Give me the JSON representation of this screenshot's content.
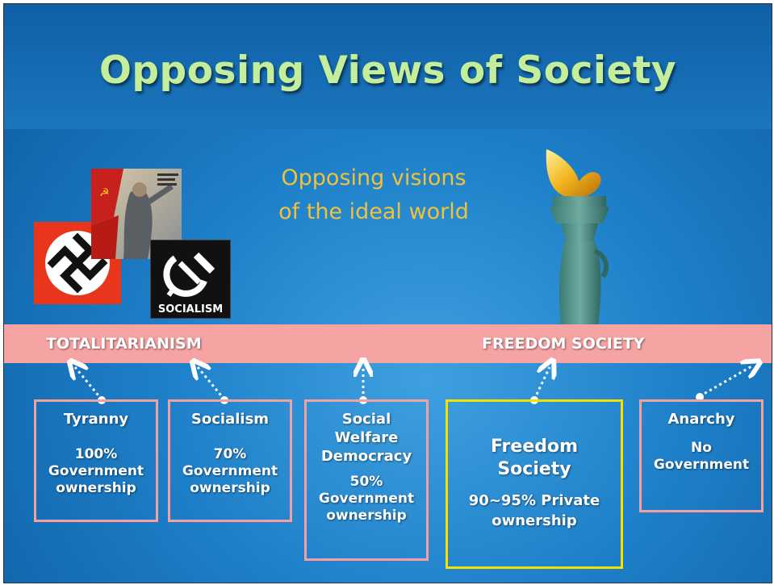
{
  "slide": {
    "title": "Opposing Views of Society",
    "subtitle_line1": "Opposing visions",
    "subtitle_line2": "of the ideal world"
  },
  "spectrum": {
    "left_label": "TOTALITARIANISM",
    "right_label": "FREEDOM SOCIETY"
  },
  "images": {
    "swastika_flag": "swastika-flag",
    "lenin_poster": "lenin-poster",
    "socialism_badge_text": "SOCIALISM",
    "liberty_torch": "statue-of-liberty-torch"
  },
  "boxes": [
    {
      "name": "Tyranny",
      "pct": "100%",
      "own1": "Government",
      "own2": "ownership"
    },
    {
      "name": "Socialism",
      "pct": "70%",
      "own1": "Government",
      "own2": "ownership"
    },
    {
      "name1": "Social",
      "name2": "Welfare",
      "name3": "Democracy",
      "pct": "50%",
      "own1": "Government",
      "own2": "ownership"
    },
    {
      "name1": "Freedom",
      "name2": "Society",
      "own1": "90~95% Private",
      "own2": "ownership"
    },
    {
      "name": "Anarchy",
      "own1": "No",
      "own2": "Government"
    }
  ],
  "colors": {
    "title": "#c4ee9a",
    "subtitle": "#f0c23a",
    "band": "#f5a3a3",
    "box_border": "#f3a0a0",
    "highlight_border": "#f5e000"
  }
}
